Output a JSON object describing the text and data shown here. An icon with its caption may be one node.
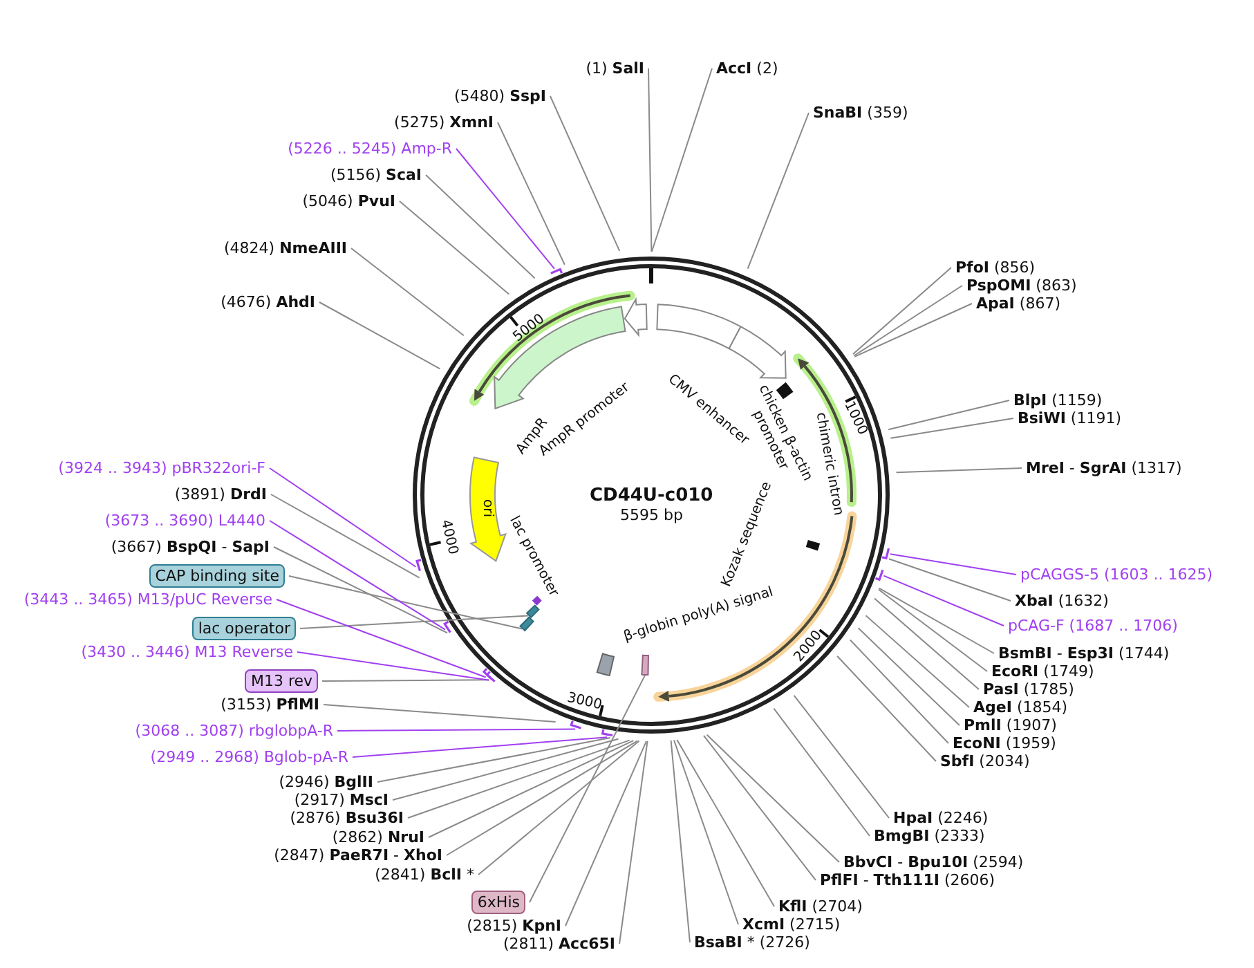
{
  "diagram": {
    "title": "CD44U-c010",
    "nodes": [
      {
        "text": [
          "(1) **SalI**"
        ]
      },
      {
        "text": [
          "**AccI** (2)"
        ]
      },
      {
        "text": [
          "**SnaBI** (359)"
        ]
      },
      {
        "text": [
          "**PfoI** (856)"
        ]
      },
      {
        "text": [
          "**PspOMI** (863)"
        ]
      },
      {
        "text": [
          "**ApaI** (867)"
        ]
      },
      {
        "text": [
          "**BlpI** (1159)"
        ]
      },
      {
        "text": [
          "**BsiWI** (1191)"
        ]
      },
      {
        "text": [
          "**MreI** - **SgrAI** (1317)"
        ]
      },
      {
        "text": [
          "pCAGGS-5 (1603 .. 1625)"
        ]
      },
      {
        "text": [
          "**XbaI** (1632)"
        ]
      },
      {
        "text": [
          "pCAG-F (1687 .. 1706)"
        ]
      },
      {
        "text": [
          "**BsmBI** - **Esp3I** (1744)"
        ]
      },
      {
        "text": [
          "**EcoRI** (1749)"
        ]
      },
      {
        "text": [
          "**PasI** (1785)"
        ]
      },
      {
        "text": [
          "**AgeI** (1854)"
        ]
      },
      {
        "text": [
          "**PmlI** (1907)"
        ]
      },
      {
        "text": [
          "**EcoNI** (1959)"
        ]
      },
      {
        "text": [
          "**SbfI** (2034)"
        ]
      },
      {
        "text": [
          "**HpaI** (2246)"
        ]
      },
      {
        "text": [
          "**BmgBI** (2333)"
        ]
      },
      {
        "text": [
          "**BbvCI** - **Bpu10I** (2594)"
        ]
      },
      {
        "text": [
          "**PflFI** - **Tth111I** (2606)"
        ]
      },
      {
        "text": [
          "**KflI** (2704)"
        ]
      },
      {
        "text": [
          "**XcmI** (2715)"
        ]
      },
      {
        "text": [
          "**BsaBI** * (2726)"
        ]
      },
      {
        "text": [
          "(2811) **Acc65I**"
        ]
      },
      {
        "text": [
          "(2815) **KpnI**"
        ]
      },
      {
        "text": [
          "6xHis"
        ]
      },
      {
        "text": [
          "(2841) **BclI** *"
        ]
      },
      {
        "text": [
          "(2847) **PaeR7I** - **XhoI**"
        ]
      },
      {
        "text": [
          "(2862) **NruI**"
        ]
      },
      {
        "text": [
          "(2876) **Bsu36I**"
        ]
      },
      {
        "text": [
          "(2917) **MscI**"
        ]
      },
      {
        "text": [
          "(2946) **BglII**"
        ]
      },
      {
        "text": [
          "(2949 .. 2968) Bglob-pA-R"
        ]
      },
      {
        "text": [
          "(3068 .. 3087) rbglobpA-R"
        ]
      },
      {
        "text": [
          "(3153) **PflMI**"
        ]
      },
      {
        "text": [
          "M13 rev"
        ]
      },
      {
        "text": [
          "(3430 .. 3446) M13 Reverse"
        ]
      },
      {
        "text": [
          "lac operator"
        ]
      },
      {
        "text": [
          "(3443 .. 3465) M13/pUC Reverse"
        ]
      },
      {
        "text": [
          "CAP binding site"
        ]
      },
      {
        "text": [
          "(3667) **BspQI** - **SapI**"
        ]
      },
      {
        "text": [
          "(3673 .. 3690) L4440"
        ]
      },
      {
        "text": [
          "(3891) **DrdI**"
        ]
      },
      {
        "text": [
          "(3924 .. 3943) pBR322ori-F"
        ]
      },
      {
        "text": [
          "(4676) **AhdI**"
        ]
      },
      {
        "text": [
          "(4824) **NmeAIII**"
        ]
      },
      {
        "text": [
          "(5046) **PvuI**"
        ]
      },
      {
        "text": [
          "(5156) **ScaI**"
        ]
      },
      {
        "text": [
          "(5226 .. 5245) Amp-R"
        ]
      },
      {
        "text": [
          "(5275) **XmnI**"
        ]
      },
      {
        "text": [
          "(5480) **SspI**"
        ]
      },
      {
        "text": [],
        "shape": "bar"
      },
      {
        "text": [],
        "shape": "bar"
      },
      {
        "text": [],
        "shape": "bar"
      }
    ],
    "edges": [
      {
        "from": 0,
        "to": null,
        "arrow": "none"
      },
      {
        "from": 1,
        "to": null,
        "arrow": "none"
      },
      {
        "from": 2,
        "to": null,
        "arrow": "none"
      },
      {
        "from": 3,
        "to": null,
        "arrow": "none"
      },
      {
        "from": 4,
        "to": null,
        "arrow": "none"
      },
      {
        "from": 5,
        "to": null,
        "arrow": "none"
      },
      {
        "from": 6,
        "to": null,
        "arrow": "none"
      },
      {
        "from": 7,
        "to": null,
        "arrow": "none"
      },
      {
        "from": 8,
        "to": null,
        "arrow": "none"
      },
      {
        "from": 9,
        "to": null,
        "arrow": "none",
        "color": "#a040f0"
      },
      {
        "from": 10,
        "to": null,
        "arrow": "none"
      },
      {
        "from": 11,
        "to": null,
        "arrow": "none",
        "color": "#a040f0"
      },
      {
        "from": 12,
        "to": null,
        "arrow": "none"
      },
      {
        "from": 13,
        "to": null,
        "arrow": "none"
      },
      {
        "from": 14,
        "to": null,
        "arrow": "none"
      },
      {
        "from": 15,
        "to": null,
        "arrow": "none"
      },
      {
        "from": 16,
        "to": null,
        "arrow": "none"
      },
      {
        "from": 17,
        "to": null,
        "arrow": "none"
      },
      {
        "from": 18,
        "to": null,
        "arrow": "none"
      },
      {
        "from": 19,
        "to": null,
        "arrow": "none"
      },
      {
        "from": 20,
        "to": null,
        "arrow": "none"
      },
      {
        "from": 21,
        "to": null,
        "arrow": "none"
      },
      {
        "from": 22,
        "to": null,
        "arrow": "none"
      },
      {
        "from": 23,
        "to": null,
        "arrow": "none"
      },
      {
        "from": 24,
        "to": null,
        "arrow": "none"
      },
      {
        "from": 25,
        "to": null,
        "arrow": "none"
      },
      {
        "from": 26,
        "to": null,
        "arrow": "none"
      },
      {
        "from": 27,
        "to": null,
        "arrow": "none"
      },
      {
        "from": 28,
        "to": 54,
        "arrow": "none"
      },
      {
        "from": 29,
        "to": null,
        "arrow": "none"
      },
      {
        "from": 30,
        "to": null,
        "arrow": "none"
      },
      {
        "from": 31,
        "to": null,
        "arrow": "none"
      },
      {
        "from": 32,
        "to": null,
        "arrow": "none"
      },
      {
        "from": 33,
        "to": null,
        "arrow": "none"
      },
      {
        "from": 34,
        "to": null,
        "arrow": "none"
      },
      {
        "from": 35,
        "to": null,
        "arrow": "none",
        "color": "#a040f0"
      },
      {
        "from": 36,
        "to": null,
        "arrow": "none",
        "color": "#a040f0"
      },
      {
        "from": 37,
        "to": null,
        "arrow": "none"
      },
      {
        "from": 38,
        "to": null,
        "arrow": "none"
      },
      {
        "from": 39,
        "to": null,
        "arrow": "none",
        "color": "#a040f0"
      },
      {
        "from": 40,
        "to": 55,
        "arrow": "none"
      },
      {
        "from": 41,
        "to": null,
        "arrow": "none",
        "color": "#a040f0"
      },
      {
        "from": 42,
        "to": 56,
        "arrow": "none"
      },
      {
        "from": 43,
        "to": null,
        "arrow": "none"
      },
      {
        "from": 44,
        "to": null,
        "arrow": "none",
        "color": "#a040f0"
      },
      {
        "from": 45,
        "to": null,
        "arrow": "none"
      },
      {
        "from": 46,
        "to": null,
        "arrow": "none",
        "color": "#a040f0"
      },
      {
        "from": 47,
        "to": null,
        "arrow": "none"
      },
      {
        "from": 48,
        "to": null,
        "arrow": "none"
      },
      {
        "from": 49,
        "to": null,
        "arrow": "none"
      },
      {
        "from": 50,
        "to": null,
        "arrow": "none"
      },
      {
        "from": 51,
        "to": null,
        "arrow": "none",
        "color": "#a040f0"
      },
      {
        "from": 52,
        "to": null,
        "arrow": "none"
      },
      {
        "from": 53,
        "to": null,
        "arrow": "none"
      }
    ],
    "labels": [
      "5595 bp",
      "1000",
      "2000",
      "3000",
      "4000",
      "5000",
      "AmpR",
      "AmpR promoter",
      "ori",
      "lac promoter",
      "β-globin poly(A) signal",
      "Kozak sequence",
      "chimeric intron",
      "chicken β-actin promoter",
      "CMV enhancer"
    ]
  }
}
